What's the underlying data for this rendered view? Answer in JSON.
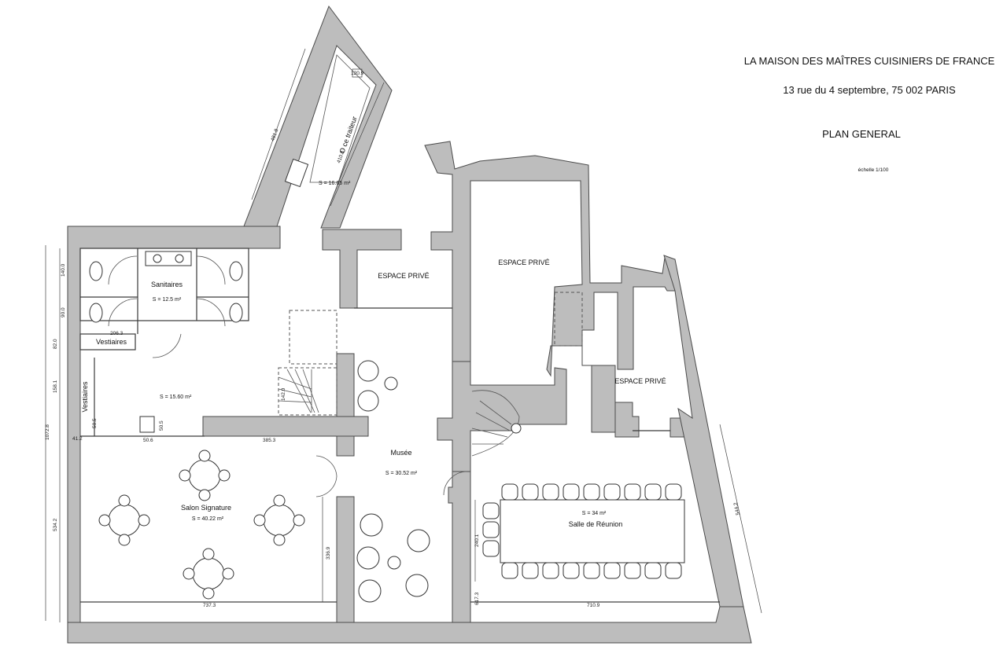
{
  "title": {
    "name": "LA MAISON DES MAÎTRES CUISINIERS DE FRANCE",
    "address": "13 rue du 4 septembre, 75 002 PARIS",
    "plan": "PLAN GENERAL",
    "scale": "échelle 1/100"
  },
  "rooms": {
    "traiteur": {
      "label": "O ce traiteur",
      "area": "S = 16.65 m²"
    },
    "sanitaires": {
      "label": "Sanitaires",
      "area": "S = 12.5 m²"
    },
    "vestiaires": {
      "label": "Vestiaires"
    },
    "vestiaires2": {
      "label": "Vestiaires"
    },
    "hall": {
      "area": "S = 15.60 m²"
    },
    "espace_prive_1": {
      "label": "ESPACE PRIVÉ"
    },
    "espace_prive_2": {
      "label": "ESPACE PRIVÉ"
    },
    "espace_prive_3": {
      "label": "ESPACE PRIVÉ"
    },
    "salon": {
      "label": "Salon Signature",
      "area": "S = 40.22 m²"
    },
    "musee": {
      "label": "Musée",
      "area": "S = 30.52 m²"
    },
    "reunion": {
      "label": "Salle de Réunion",
      "area": "S = 34 m²"
    }
  },
  "dimensions": {
    "d_481": "481.8",
    "d_410": "410.8",
    "d_120": "120.9",
    "d_140": "140.0",
    "d_90": "90.0",
    "d_82": "82.0",
    "d_158": "158.1",
    "d_1072": "1072.8",
    "d_534": "534.2",
    "d_206": "206.3",
    "d_505": "50.5",
    "d_412": "41.2",
    "d_506": "50.6",
    "d_505b": "50.5",
    "d_3853": "385.3",
    "d_142": "142.0",
    "d_7373": "737.3",
    "d_3369": "336.9",
    "d_2401": "240.1",
    "d_6173": "617.3",
    "d_7109": "710.9",
    "d_5442": "544.2"
  },
  "colors": {
    "wall": "#bdbdbd",
    "line": "#3a3a3a",
    "background": "#ffffff"
  }
}
